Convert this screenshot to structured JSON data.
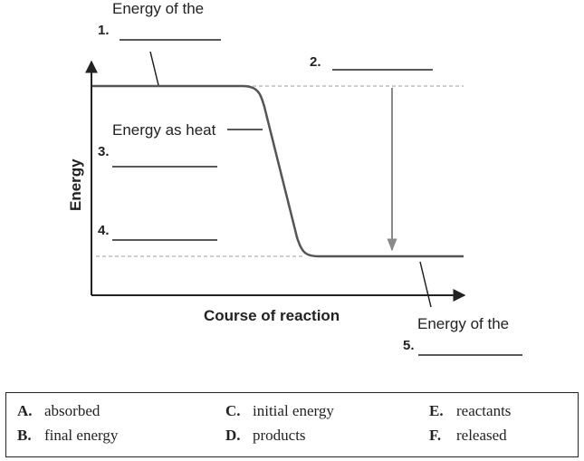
{
  "diagram": {
    "label_1": {
      "number": "1.",
      "text": "Energy of the"
    },
    "label_2": {
      "number": "2."
    },
    "label_3": {
      "number": "3.",
      "text": "Energy as heat"
    },
    "label_4": {
      "number": "4."
    },
    "label_5": {
      "number": "5.",
      "text": "Energy of the"
    },
    "y_axis_label": "Energy",
    "x_axis_label": "Course of reaction"
  },
  "answer_key": [
    {
      "letter": "A.",
      "text": "absorbed"
    },
    {
      "letter": "B.",
      "text": "final energy"
    },
    {
      "letter": "C.",
      "text": "initial energy"
    },
    {
      "letter": "D.",
      "text": "products"
    },
    {
      "letter": "E.",
      "text": "reactants"
    },
    {
      "letter": "F.",
      "text": "released"
    }
  ]
}
